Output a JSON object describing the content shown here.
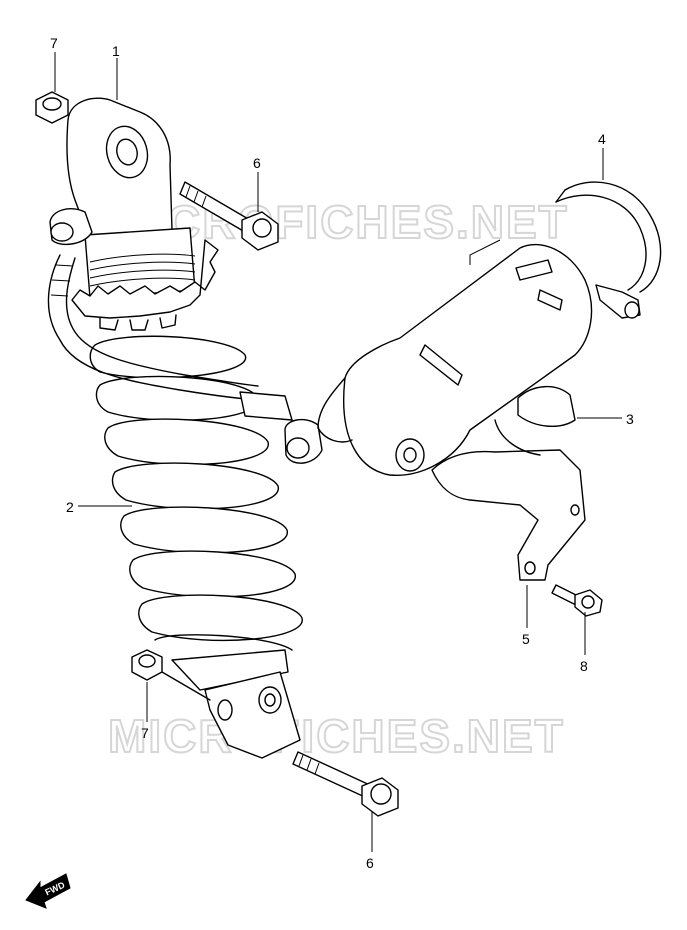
{
  "watermark": "MICROFICHES.NET",
  "fwd_label": "FWD",
  "callouts": {
    "c1": "1",
    "c2": "2",
    "c3": "3",
    "c4": "4",
    "c5": "5",
    "c6a": "6",
    "c6b": "6",
    "c7a": "7",
    "c7b": "7",
    "c8": "8"
  },
  "colors": {
    "ink": "#000000",
    "watermark": "#d6d6d6",
    "background": "#ffffff"
  }
}
